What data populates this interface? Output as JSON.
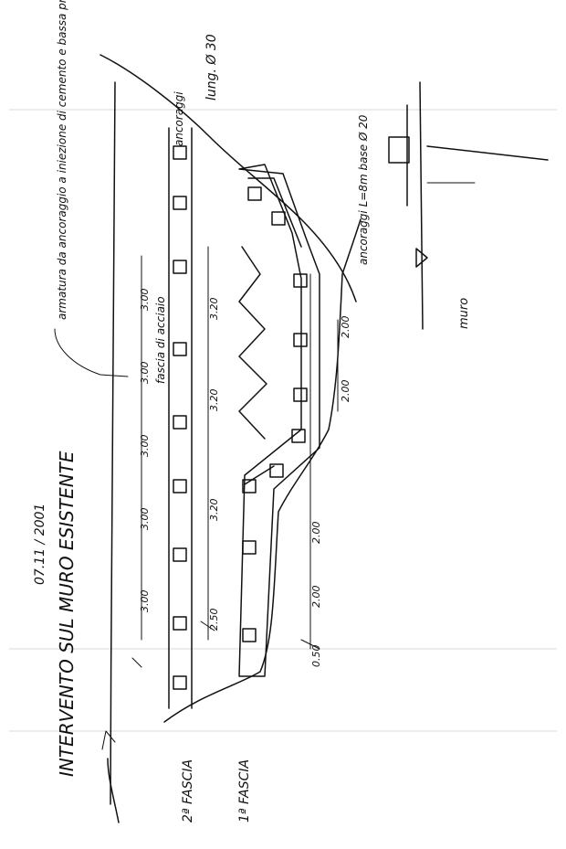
{
  "title": "INTERVENTO SUL MURO ESISTENTE",
  "date": "07.11 / 2001",
  "notes": {
    "reinforcement": "armatura da ancoraggio a iniezione di cemento e bassa pressione",
    "steel_beam": "fascia di acciaio",
    "anchors_top": "ancoraggi",
    "length_top": "lung. Ø 30",
    "anchors_bottom": "ancoraggi L=8m base Ø 20",
    "wall": "muro",
    "band_2": "2ª FASCIA",
    "band_1": "1ª FASCIA"
  },
  "dims_top": [
    "3.00",
    "3.00",
    "3.00",
    "3.00",
    "3.00"
  ],
  "dims_mid": [
    "3.20",
    "3.20",
    "3.20",
    "2.50"
  ],
  "dims_bottom": [
    "2.00",
    "2.00",
    "2.00",
    "2.00",
    "0.50"
  ],
  "colors": {
    "ink": "#111111",
    "paper": "#ffffff"
  }
}
